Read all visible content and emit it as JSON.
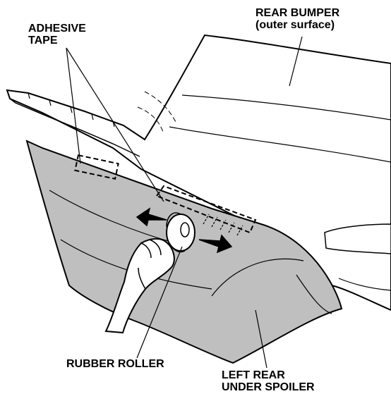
{
  "labels": {
    "adhesive_tape": [
      "ADHESIVE",
      "TAPE"
    ],
    "rear_bumper": [
      "REAR BUMPER",
      "(outer surface)"
    ],
    "rubber_roller": "RUBBER ROLLER",
    "left_rear_under_spoiler": [
      "LEFT REAR",
      "UNDER SPOILER"
    ]
  },
  "colors": {
    "line": "#000000",
    "spoiler_fill": "#bfbfbf",
    "background": "#ffffff"
  }
}
